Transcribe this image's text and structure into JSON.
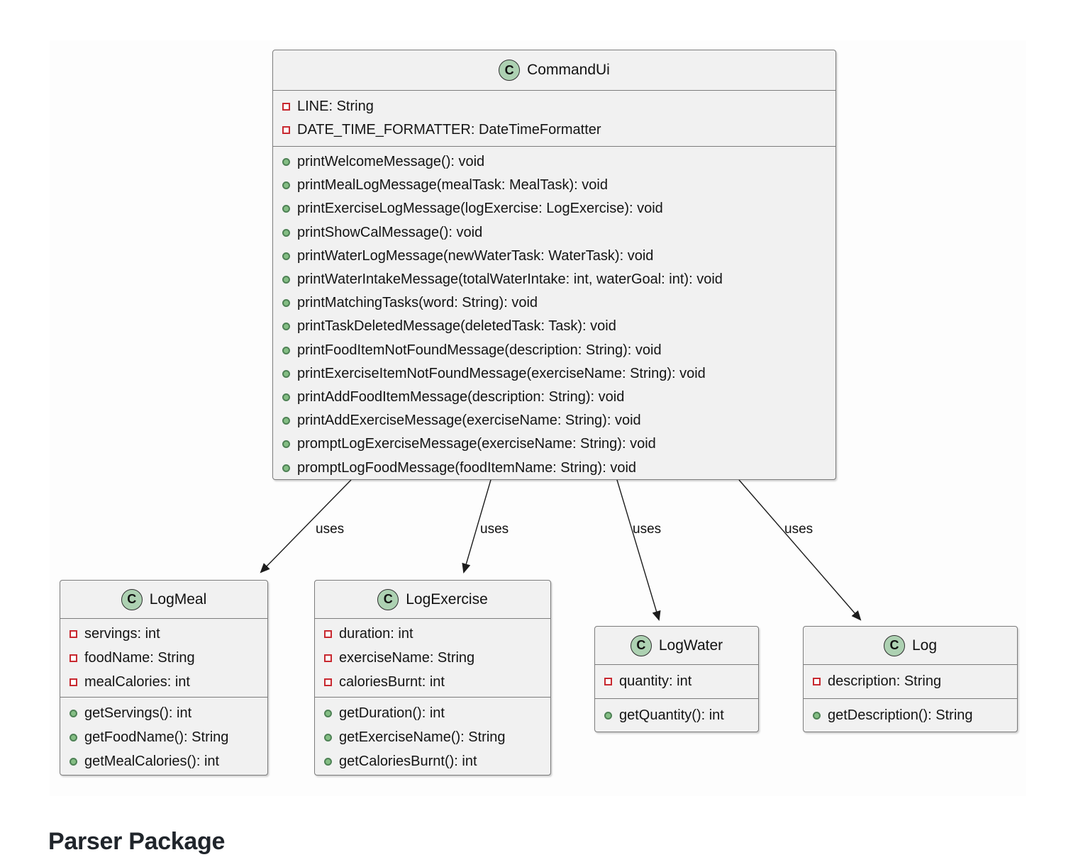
{
  "diagram": {
    "badge_letter": "C",
    "heading": "Parser Package",
    "colors": {
      "box_fill": "#F1F1F1",
      "box_border": "#7C7C7C",
      "class_badge_fill": "#ADD1B2",
      "private_field_icon_border": "#C82930",
      "public_method_icon_fill": "#84BE84",
      "arrow": "#1C1C1C"
    },
    "classes": {
      "commandui": {
        "name": "CommandUi",
        "attributes": [
          "LINE: String",
          "DATE_TIME_FORMATTER: DateTimeFormatter"
        ],
        "methods": [
          "printWelcomeMessage(): void",
          "printMealLogMessage(mealTask: MealTask): void",
          "printExerciseLogMessage(logExercise: LogExercise): void",
          "printShowCalMessage(): void",
          "printWaterLogMessage(newWaterTask: WaterTask): void",
          "printWaterIntakeMessage(totalWaterIntake: int, waterGoal: int): void",
          "printMatchingTasks(word: String): void",
          "printTaskDeletedMessage(deletedTask: Task): void",
          "printFoodItemNotFoundMessage(description: String): void",
          "printExerciseItemNotFoundMessage(exerciseName: String): void",
          "printAddFoodItemMessage(description: String): void",
          "printAddExerciseMessage(exerciseName: String): void",
          "promptLogExerciseMessage(exerciseName: String): void",
          "promptLogFoodMessage(foodItemName: String): void"
        ]
      },
      "logmeal": {
        "name": "LogMeal",
        "attributes": [
          "servings: int",
          "foodName: String",
          "mealCalories: int"
        ],
        "methods": [
          "getServings(): int",
          "getFoodName(): String",
          "getMealCalories(): int"
        ]
      },
      "logexercise": {
        "name": "LogExercise",
        "attributes": [
          "duration: int",
          "exerciseName: String",
          "caloriesBurnt: int"
        ],
        "methods": [
          "getDuration(): int",
          "getExerciseName(): String",
          "getCaloriesBurnt(): int"
        ]
      },
      "logwater": {
        "name": "LogWater",
        "attributes": [
          "quantity: int"
        ],
        "methods": [
          "getQuantity(): int"
        ]
      },
      "log": {
        "name": "Log",
        "attributes": [
          "description: String"
        ],
        "methods": [
          "getDescription(): String"
        ]
      }
    },
    "relations": [
      {
        "from": "CommandUi",
        "to": "LogMeal",
        "label": "uses"
      },
      {
        "from": "CommandUi",
        "to": "LogExercise",
        "label": "uses"
      },
      {
        "from": "CommandUi",
        "to": "LogWater",
        "label": "uses"
      },
      {
        "from": "CommandUi",
        "to": "Log",
        "label": "uses"
      }
    ]
  }
}
